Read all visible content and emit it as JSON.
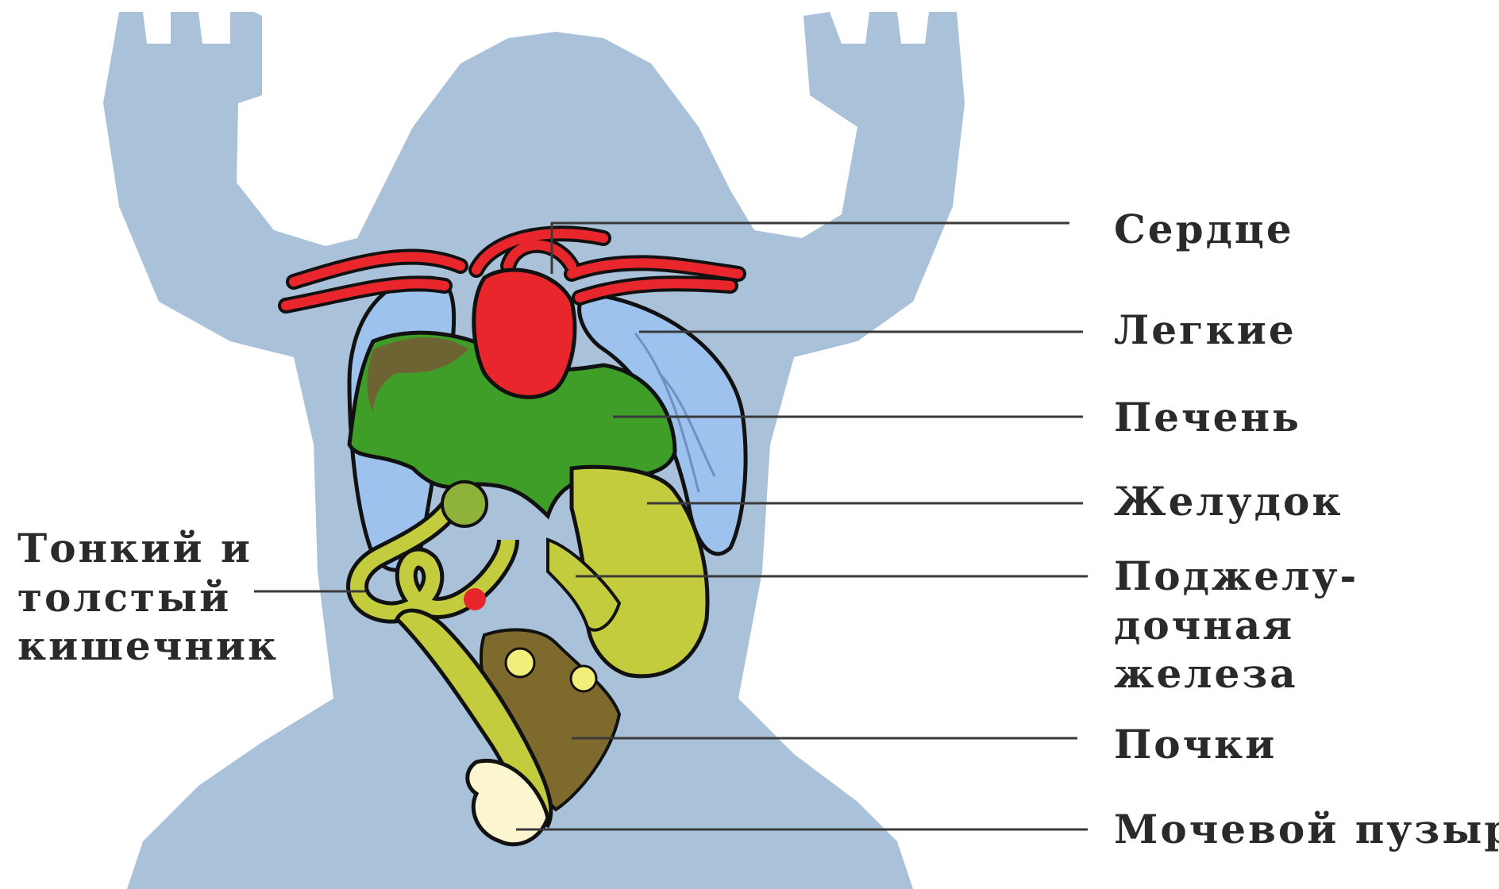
{
  "labels": {
    "heart": "Сердце",
    "lungs": "Легкие",
    "liver": "Печень",
    "stomach": "Желудок",
    "pancreas_1": "Поджелу-",
    "pancreas_2": "дочная",
    "pancreas_3": "железа",
    "kidneys": "Почки",
    "bladder": "Мочевой пузырь",
    "intestine_1": "Тонкий и",
    "intestine_2": "толстый",
    "intestine_3": "кишечник"
  },
  "colors": {
    "body_silhouette": "#a9c2da",
    "heart": "#e8262c",
    "lungs": "#9dc2ee",
    "liver": "#3f9e28",
    "liver_shadow": "#6e6332",
    "stomach": "#c2cc3c",
    "kidneys": "#7d6a2c",
    "bladder": "#fbf6cf",
    "leader_line": "#3a3a3a"
  }
}
